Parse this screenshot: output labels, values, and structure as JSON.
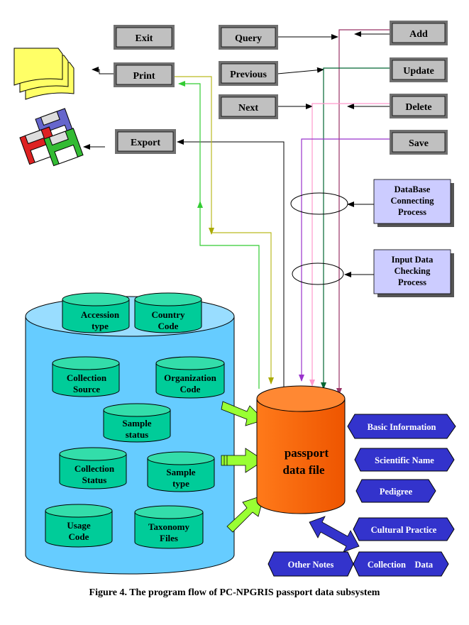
{
  "caption": "Figure 4. The program flow of PC-NPGRIS passport data subsystem",
  "buttons": {
    "exit": "Exit",
    "print": "Print",
    "export": "Export",
    "query": "Query",
    "previous": "Previous",
    "next": "Next",
    "add": "Add",
    "update": "Update",
    "delete": "Delete",
    "save": "Save"
  },
  "processes": {
    "db_connect": [
      "DataBase",
      "Connecting",
      "Process"
    ],
    "input_check": [
      "Input Data",
      "Checking",
      "Process"
    ]
  },
  "database_tables": {
    "accession_type": [
      "Accession",
      "type"
    ],
    "country_code": [
      "Country",
      "Code"
    ],
    "collection_source": [
      "Collection",
      "Source"
    ],
    "organization_code": [
      "Organization",
      "Code"
    ],
    "sample_status": [
      "Sample",
      "status"
    ],
    "collection_status": [
      "Collection",
      "Status"
    ],
    "sample_type": [
      "Sample",
      "type"
    ],
    "usage_code": [
      "Usage",
      "Code"
    ],
    "taxonomy_files": [
      "Taxonomy",
      "Files"
    ]
  },
  "passport_file": [
    "passport",
    "data file"
  ],
  "info_tags": {
    "basic_information": "Basic Information",
    "scientific_name": "Scientific Name",
    "pedigree": "Pedigree",
    "cultural_practice": "Cultural Practice",
    "other_notes": "Other Notes",
    "collection_data": "Collection    Data"
  },
  "icons": {
    "printout": "paper-stack-icon",
    "export": "floppy-disks-icon"
  },
  "colors": {
    "button_face": "#c0c0c0",
    "process_box": "#ccccff",
    "database_outer": "#66ccff",
    "table_cylinder": "#00cc99",
    "passport_file": "#ff6600",
    "tag_fill": "#3333cc",
    "print_flow": "#66ff33",
    "print_flow_return": "#cccc33",
    "update_flow": "#006633",
    "delete_flow": "#ff99cc",
    "save_flow": "#9933cc",
    "add_flow": "#993366"
  }
}
